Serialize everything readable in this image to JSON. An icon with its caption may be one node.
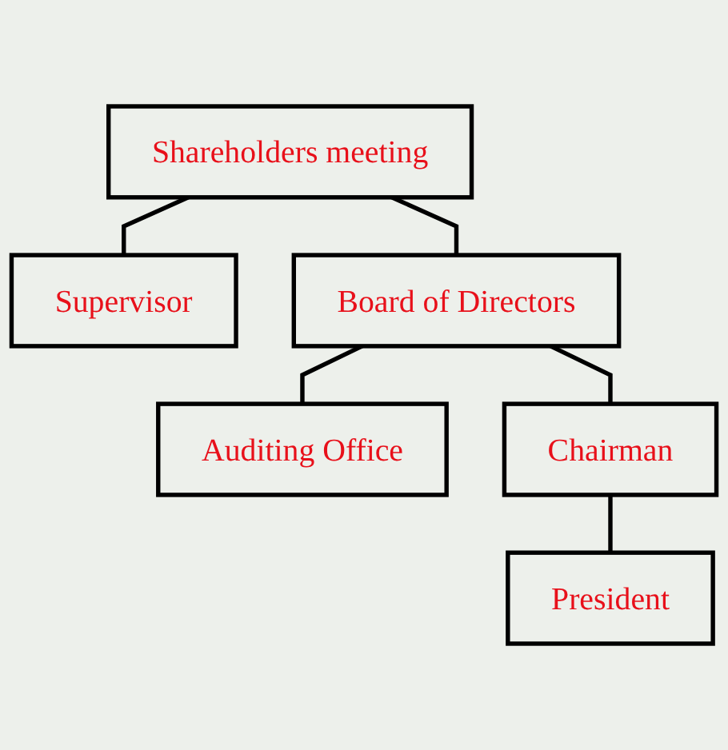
{
  "diagram": {
    "nodes": [
      {
        "text": [
          "Shareholders meeting"
        ]
      },
      {
        "text": [
          "Supervisor"
        ]
      },
      {
        "text": [
          "Board of Directors"
        ]
      },
      {
        "text": [
          "Auditing Office"
        ]
      },
      {
        "text": [
          "Chairman"
        ]
      },
      {
        "text": [
          "President"
        ]
      }
    ],
    "edges": [
      {
        "from": 0,
        "to": 1,
        "arrow": "none"
      },
      {
        "from": 0,
        "to": 2,
        "arrow": "none"
      },
      {
        "from": 2,
        "to": 3,
        "arrow": "none"
      },
      {
        "from": 2,
        "to": 4,
        "arrow": "none"
      },
      {
        "from": 4,
        "to": 5,
        "arrow": "none"
      }
    ]
  }
}
